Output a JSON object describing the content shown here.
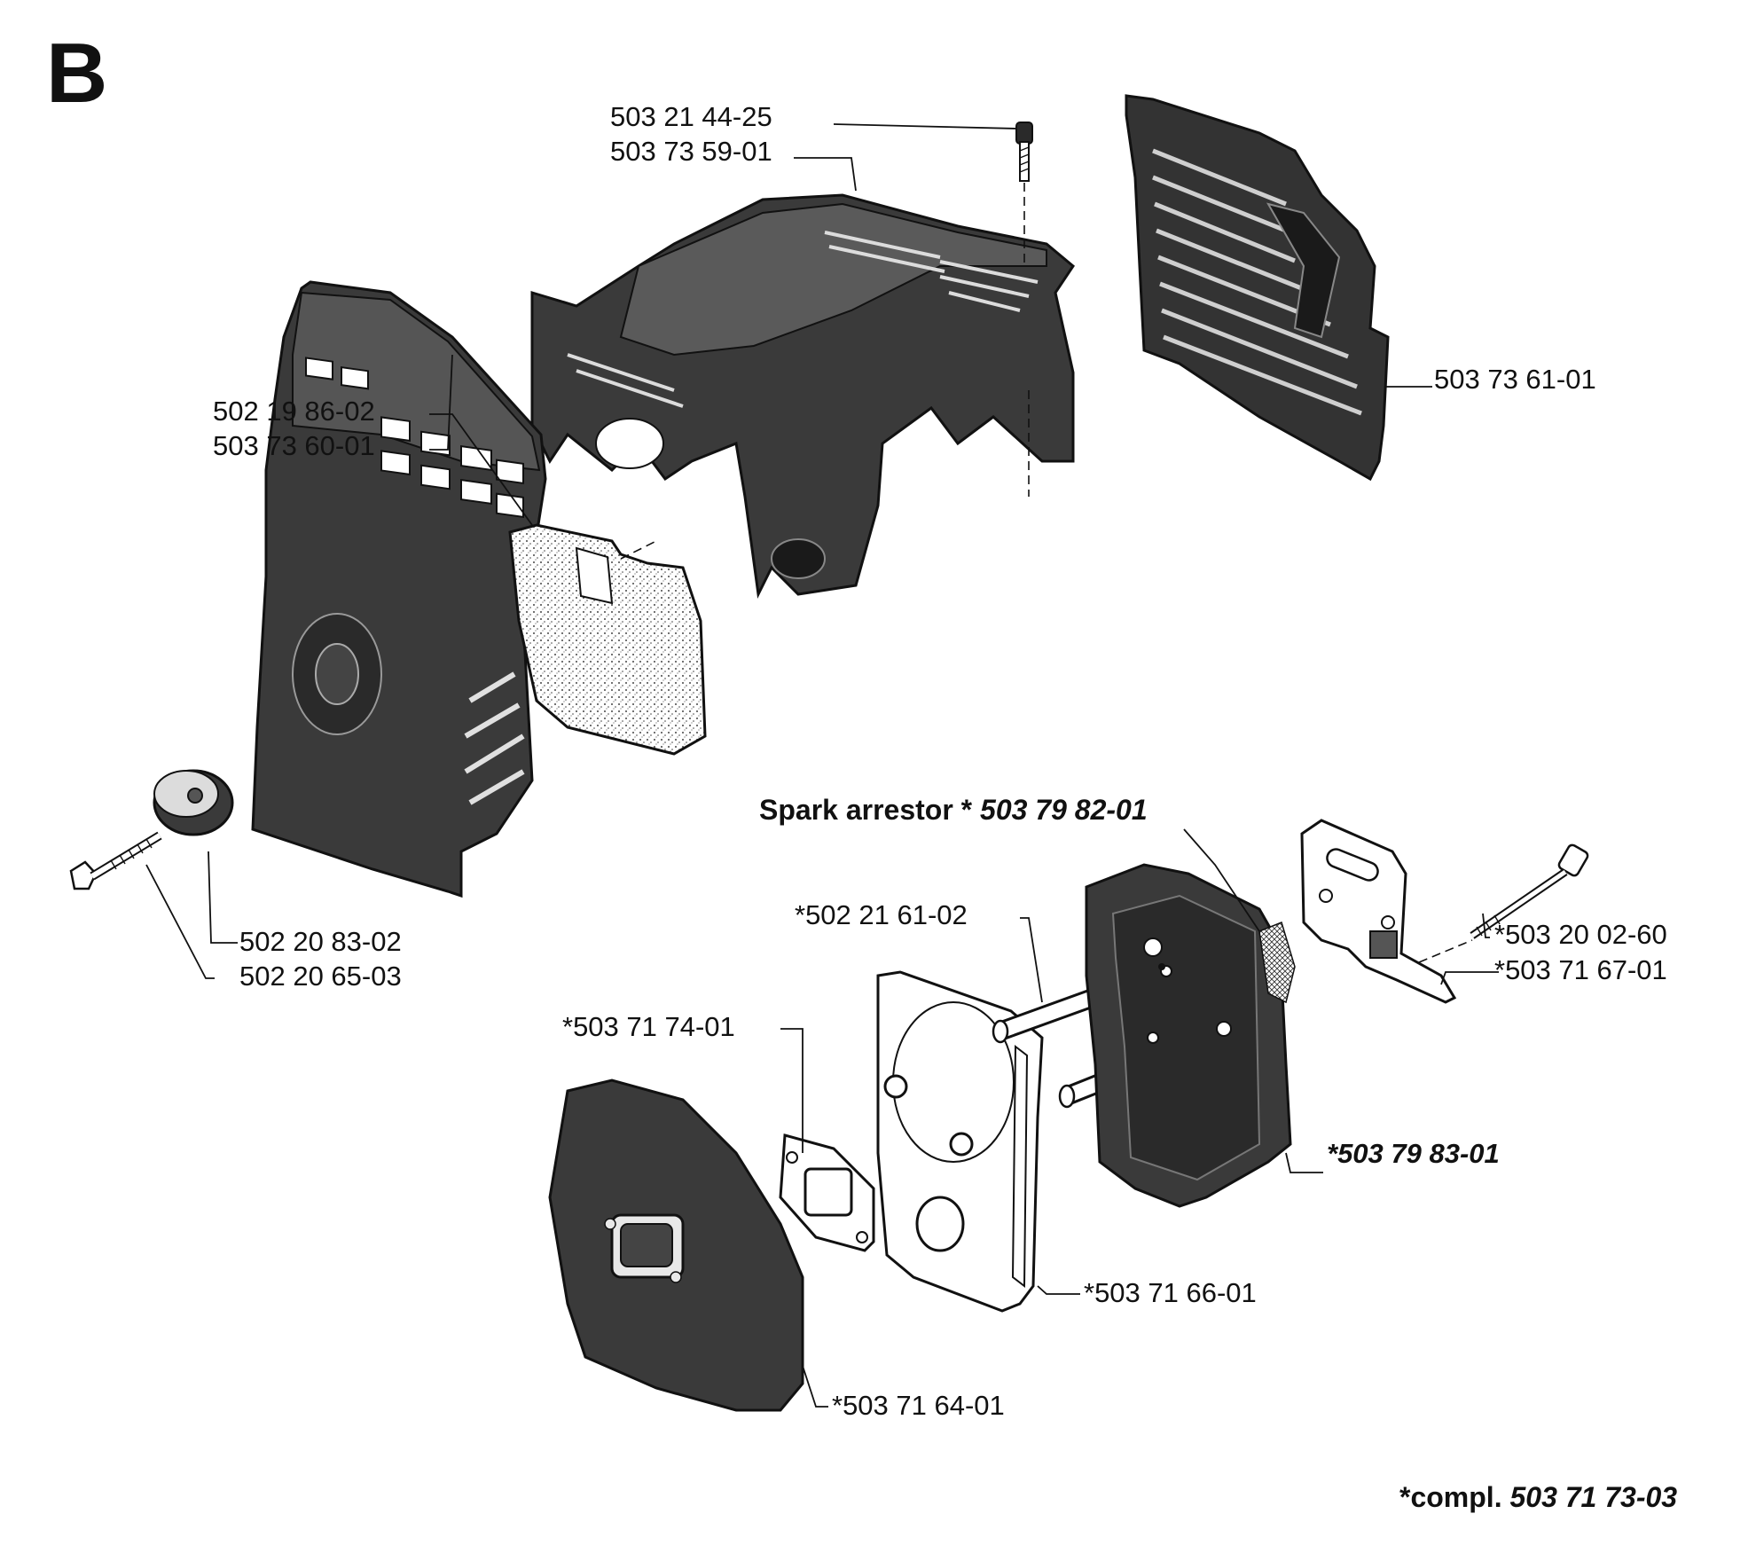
{
  "section_label": "B",
  "callouts": {
    "screw_top": "503 21 44-25",
    "top_cover": "503 73 59-01",
    "side_cover": "503 73 61-01",
    "filter_element": "502 19 86-02",
    "filter_housing": "503 73 60-01",
    "knob": "502 20 83-02",
    "bolt": "502 20 65-03",
    "spacer_tubes": "*502 21 61-02",
    "gasket_small": "*503 71 74-01",
    "heat_shield_plate": "*503 71 66-01",
    "muffler_cover": "*503 71 64-01",
    "muffler_body": "*503 79 83-01",
    "long_screw": "*503 20 02-60",
    "bracket_plate": "*503 71 67-01"
  },
  "spark_arrestor": {
    "label": "Spark arrestor *",
    "part_number": "503 79 82-01"
  },
  "complete": {
    "label": "*compl.",
    "part_number": "503 71 73-03"
  }
}
